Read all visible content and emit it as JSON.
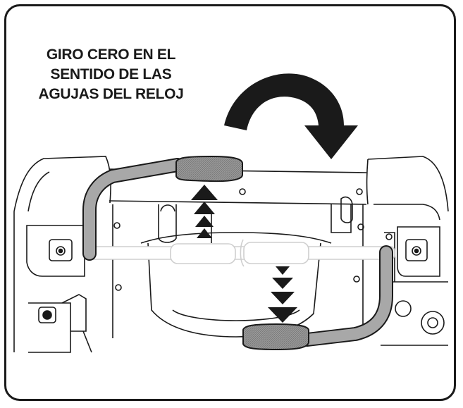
{
  "caption": {
    "lines": [
      "GIRO CERO EN EL",
      "SENTIDO DE LAS",
      "AGUJAS DEL RELOJ"
    ]
  },
  "colors": {
    "outline": "#1a1a1a",
    "grip_fill": "#8c8c8c",
    "arm_fill": "#a8a8a8",
    "ghost": "#cfcfcf"
  },
  "icons": {
    "rotation": "clockwise-arrow-icon",
    "push": "up-triangles-icon",
    "pull": "down-triangles-icon"
  }
}
